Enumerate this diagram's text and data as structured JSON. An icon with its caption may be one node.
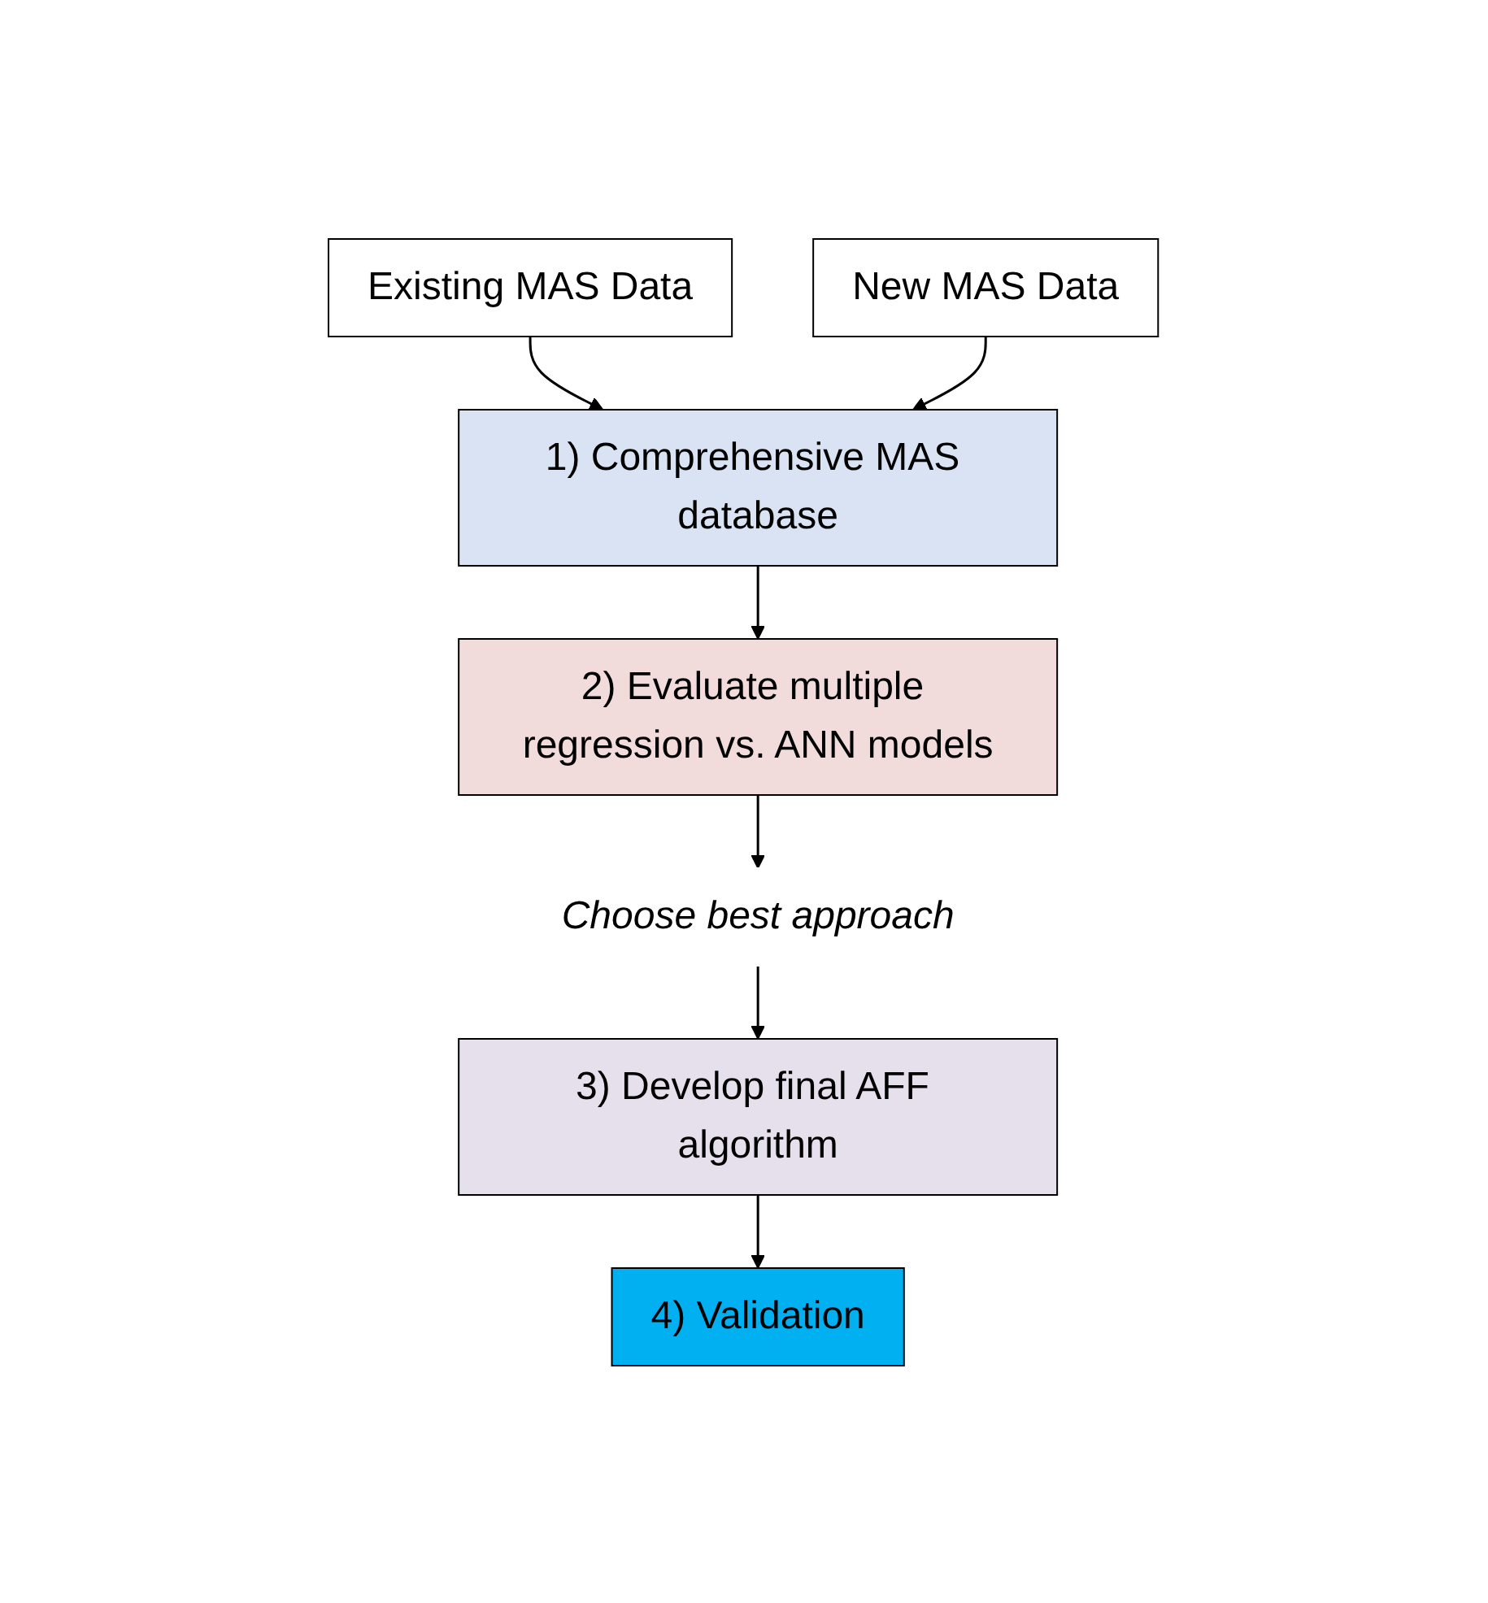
{
  "diagram": {
    "nodes": [
      {
        "text": [
          "Existing MAS Data"
        ]
      },
      {
        "text": [
          "New MAS Data"
        ]
      },
      {
        "text": [
          "1) Comprehensive MAS database"
        ]
      },
      {
        "text": [
          "2) Evaluate multiple regression vs. ANN models"
        ]
      },
      {
        "text": [
          "Choose best approach"
        ]
      },
      {
        "text": [
          "3) Develop final AFF algorithm"
        ]
      },
      {
        "text": [
          "4) Validation"
        ]
      }
    ],
    "edges": [
      {
        "from": 0,
        "to": 2,
        "arrow": "to"
      },
      {
        "from": 1,
        "to": 2,
        "arrow": "to"
      },
      {
        "from": 2,
        "to": 3,
        "arrow": "to"
      },
      {
        "from": 3,
        "to": 4,
        "arrow": "to"
      },
      {
        "from": 4,
        "to": 5,
        "arrow": "to"
      },
      {
        "from": 5,
        "to": 6,
        "arrow": "to"
      }
    ]
  }
}
